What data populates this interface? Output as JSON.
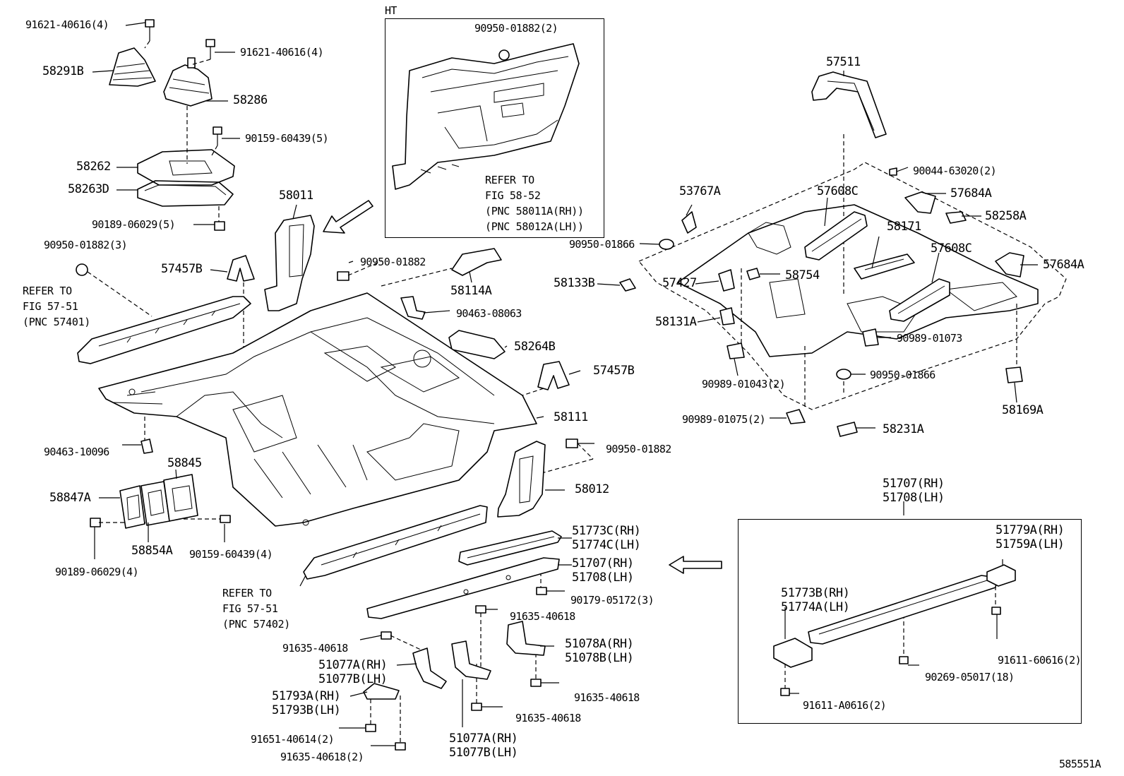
{
  "figure_id": "585551A",
  "insets": {
    "ht": {
      "title": "HT",
      "part": "90950-01882(2)",
      "refer_to": "REFER TO",
      "fig": "FIG 58-52",
      "pnc_rh": "(PNC 58011A(RH))",
      "pnc_lh": "(PNC 58012A(LH))"
    },
    "step": {
      "title_rh": "51707(RH)",
      "title_lh": "51708(LH)",
      "parts": {
        "p51779A": "51779A(RH)",
        "p51759A": "51759A(LH)",
        "p51773B": "51773B(RH)",
        "p51774A": "51774A(LH)",
        "p91611_60616": "91611-60616(2)",
        "p90269": "90269-05017(18)",
        "p91611_A0616": "91611-A0616(2)"
      }
    }
  },
  "references": {
    "left_upper": {
      "refer_to": "REFER TO",
      "fig": "FIG 57-51",
      "pnc": "(PNC 57401)"
    },
    "left_lower": {
      "refer_to": "REFER TO",
      "fig": "FIG 57-51",
      "pnc": "(PNC 57402)"
    }
  },
  "labels": {
    "p91621_a": "91621-40616(4)",
    "p91621_b": "91621-40616(4)",
    "p58291B": "58291B",
    "p58286": "58286",
    "p90159_a": "90159-60439(5)",
    "p58262": "58262",
    "p58263D": "58263D",
    "p90189_a": "90189-06029(5)",
    "p90950_a": "90950-01882(3)",
    "p58011": "58011",
    "p57457B_a": "57457B",
    "p90950_b": "90950-01882",
    "p58114A": "58114A",
    "p90463_a": "90463-08063",
    "p58264B": "58264B",
    "p57457B_b": "57457B",
    "p58111": "58111",
    "p90463_b": "90463-10096",
    "p58845": "58845",
    "p58847A": "58847A",
    "p90950_c": "90950-01882",
    "p58012": "58012",
    "p58854A": "58854A",
    "p90159_b": "90159-60439(4)",
    "p90189_b": "90189-06029(4)",
    "p51773C": "51773C(RH)",
    "p51774C": "51774C(LH)",
    "p51707": "51707(RH)",
    "p51708": "51708(LH)",
    "p90179": "90179-05172(3)",
    "p91635_a": "91635-40618",
    "p91635_b": "91635-40618",
    "p51078A": "51078A(RH)",
    "p51078B": "51078B(LH)",
    "p51077A_a": "51077A(RH)",
    "p51077B_a": "51077B(LH)",
    "p51793A": "51793A(RH)",
    "p51793B": "51793B(LH)",
    "p91635_c": "91635-40618",
    "p91635_d": "91635-40618",
    "p91651": "91651-40614(2)",
    "p91635_e": "91635-40618(2)",
    "p51077A_b": "51077A(RH)",
    "p51077B_b": "51077B(LH)",
    "p57511": "57511",
    "p90044": "90044-63020(2)",
    "p53767A": "53767A",
    "p57608C_a": "57608C",
    "p57684A_a": "57684A",
    "p58258A": "58258A",
    "p58171": "58171",
    "p90950_d": "90950-01866",
    "p57608C_b": "57608C",
    "p57684A_b": "57684A",
    "p58133B": "58133B",
    "p57427": "57427",
    "p58754": "58754",
    "p58131A": "58131A",
    "p90989_a": "90989-01073",
    "p90989_b": "90989-01043(2)",
    "p90950_e": "90950-01866",
    "p58169A": "58169A",
    "p90989_c": "90989-01075(2)",
    "p58231A": "58231A"
  }
}
